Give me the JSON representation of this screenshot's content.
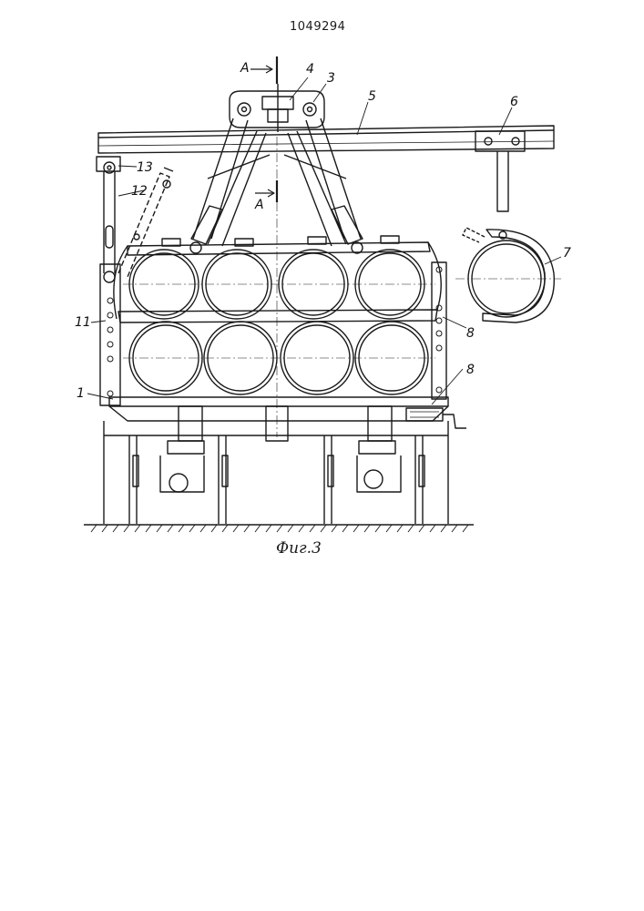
{
  "document": {
    "patent_number": "1049294",
    "figure_caption": "Фиг.3"
  },
  "labels": {
    "section_marker_top": "A",
    "section_marker_mid": "A",
    "n1": "1",
    "n3": "3",
    "n4": "4",
    "n5": "5",
    "n6": "6",
    "n7": "7",
    "n8a": "8",
    "n8b": "8",
    "n11": "11",
    "n12": "12",
    "n13": "13"
  }
}
